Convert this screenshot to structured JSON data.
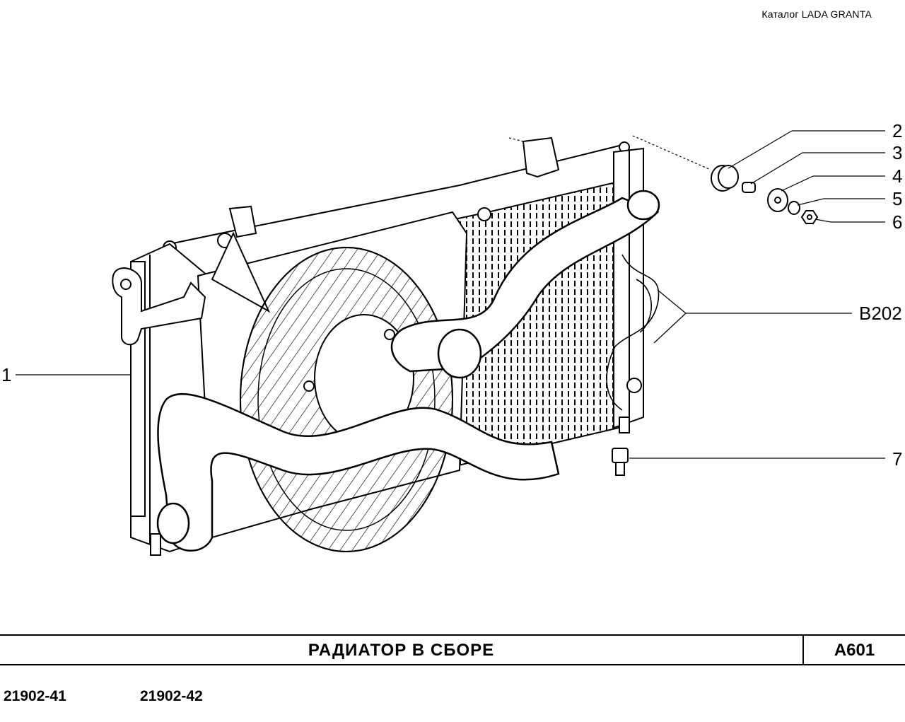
{
  "header": {
    "catalog": "Каталог LADA GRANTA"
  },
  "diagram": {
    "callouts": [
      {
        "id": "1",
        "label": "1"
      },
      {
        "id": "2",
        "label": "2"
      },
      {
        "id": "3",
        "label": "3"
      },
      {
        "id": "4",
        "label": "4"
      },
      {
        "id": "5",
        "label": "5"
      },
      {
        "id": "6",
        "label": "6"
      },
      {
        "id": "7",
        "label": "7"
      },
      {
        "id": "B202",
        "label": "B202"
      }
    ]
  },
  "title_block": {
    "title": "РАДИАТОР  В  СБОРЕ",
    "code": "A601"
  },
  "models": [
    "21902-41",
    "21902-42"
  ]
}
